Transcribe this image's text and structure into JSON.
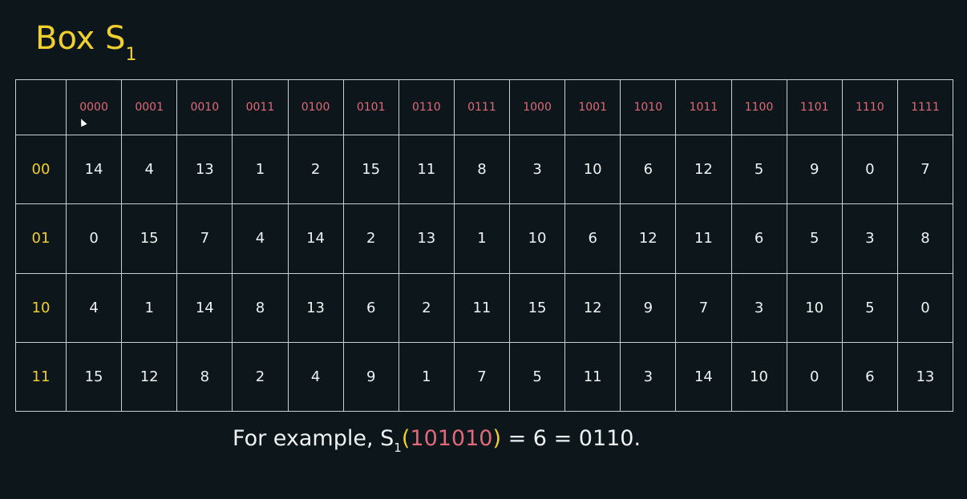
{
  "title": {
    "text": "Box S",
    "subscript": "1"
  },
  "table": {
    "column_headers": [
      "0000",
      "0001",
      "0010",
      "0011",
      "0100",
      "0101",
      "0110",
      "0111",
      "1000",
      "1001",
      "1010",
      "1011",
      "1100",
      "1101",
      "1110",
      "1111"
    ],
    "rows": [
      {
        "label": "00",
        "values": [
          "14",
          "4",
          "13",
          "1",
          "2",
          "15",
          "11",
          "8",
          "3",
          "10",
          "6",
          "12",
          "5",
          "9",
          "0",
          "7"
        ]
      },
      {
        "label": "01",
        "values": [
          "0",
          "15",
          "7",
          "4",
          "14",
          "2",
          "13",
          "1",
          "10",
          "6",
          "12",
          "11",
          "6",
          "5",
          "3",
          "8"
        ]
      },
      {
        "label": "10",
        "values": [
          "4",
          "1",
          "14",
          "8",
          "13",
          "6",
          "2",
          "11",
          "15",
          "12",
          "9",
          "7",
          "3",
          "10",
          "5",
          "0"
        ]
      },
      {
        "label": "11",
        "values": [
          "15",
          "12",
          "8",
          "2",
          "4",
          "9",
          "1",
          "7",
          "5",
          "11",
          "3",
          "14",
          "10",
          "0",
          "6",
          "13"
        ]
      }
    ]
  },
  "example": {
    "prefix": "For example, S",
    "subscript": "1",
    "open_paren": "(",
    "bits": "101010",
    "close_paren": ")",
    "suffix": " = 6 = 0110."
  },
  "colors": {
    "background": "#0d161b",
    "title": "#f1cf2d",
    "column_header": "#e06a79",
    "row_header": "#f1cf2d",
    "cell": "#eef2f3",
    "grid": "#c9d0d3"
  }
}
